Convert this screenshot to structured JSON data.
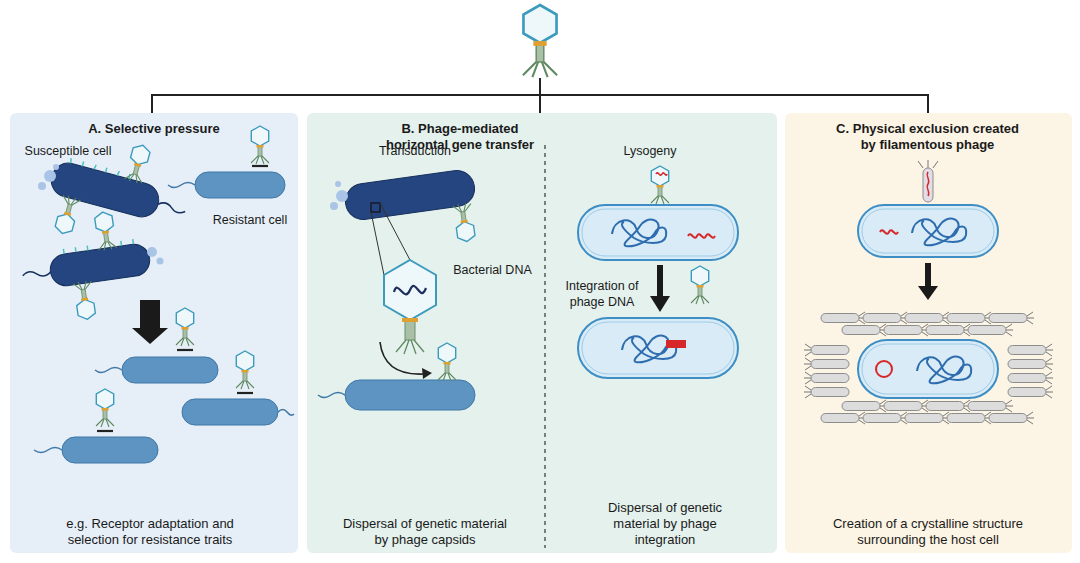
{
  "diagram": {
    "nodes": [
      {
        "text": [
          "A. Selective pressure",
          "e.g. Receptor adaptation and selection for resistance traits"
        ]
      },
      {
        "text": [
          "B. Phage-mediated horizontal gene transfer",
          "Dispersal of genetic material by phage capsids",
          "Dispersal of genetic material by phage integration"
        ]
      },
      {
        "text": [
          "C. Physical exclusion created by filamentous phage",
          "Creation of a crystalline structure surrounding the host cell"
        ]
      }
    ],
    "labels": [
      "Susceptible cell",
      "Resistant cell",
      "Transduction",
      "Bacterial DNA",
      "Lysogeny",
      "Integration of phage DNA"
    ]
  }
}
